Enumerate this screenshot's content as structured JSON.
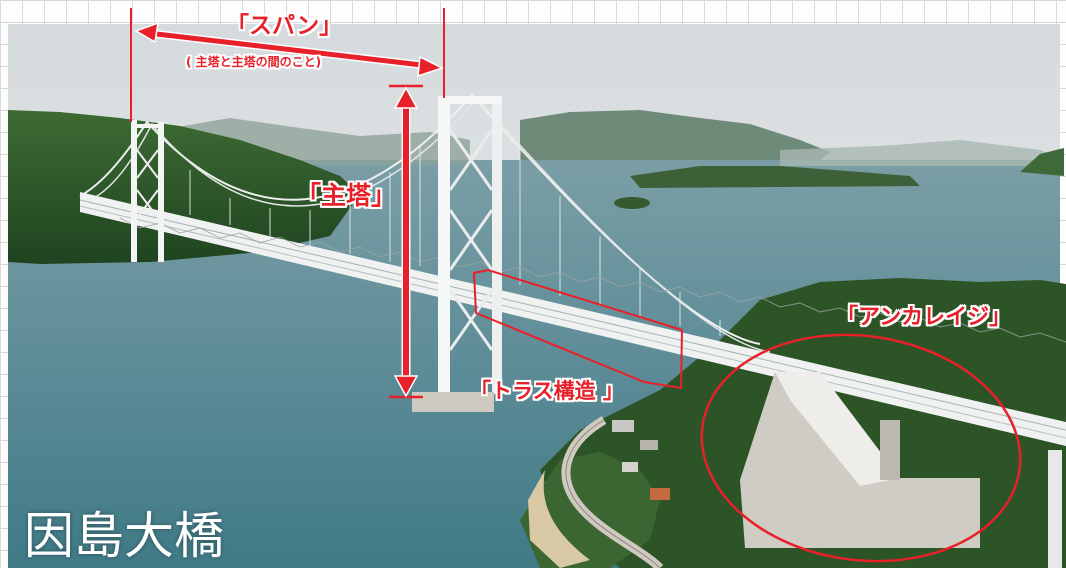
{
  "photo": {
    "subject": "suspension bridge over sea inlet",
    "colors": {
      "sky": "#e4e8ea",
      "water": "#5d8c97",
      "hills": "#2f5a2a",
      "bridge": "#f2f4f4",
      "accent": "#e8202a"
    }
  },
  "title": "因島大橋",
  "annotations": {
    "span": "「スパン」",
    "span_note": "( 主塔と主塔の間のこと)",
    "tower": "「主塔」",
    "truss": "「トラス構造 」",
    "anchorage": "「アンカレイジ」"
  }
}
